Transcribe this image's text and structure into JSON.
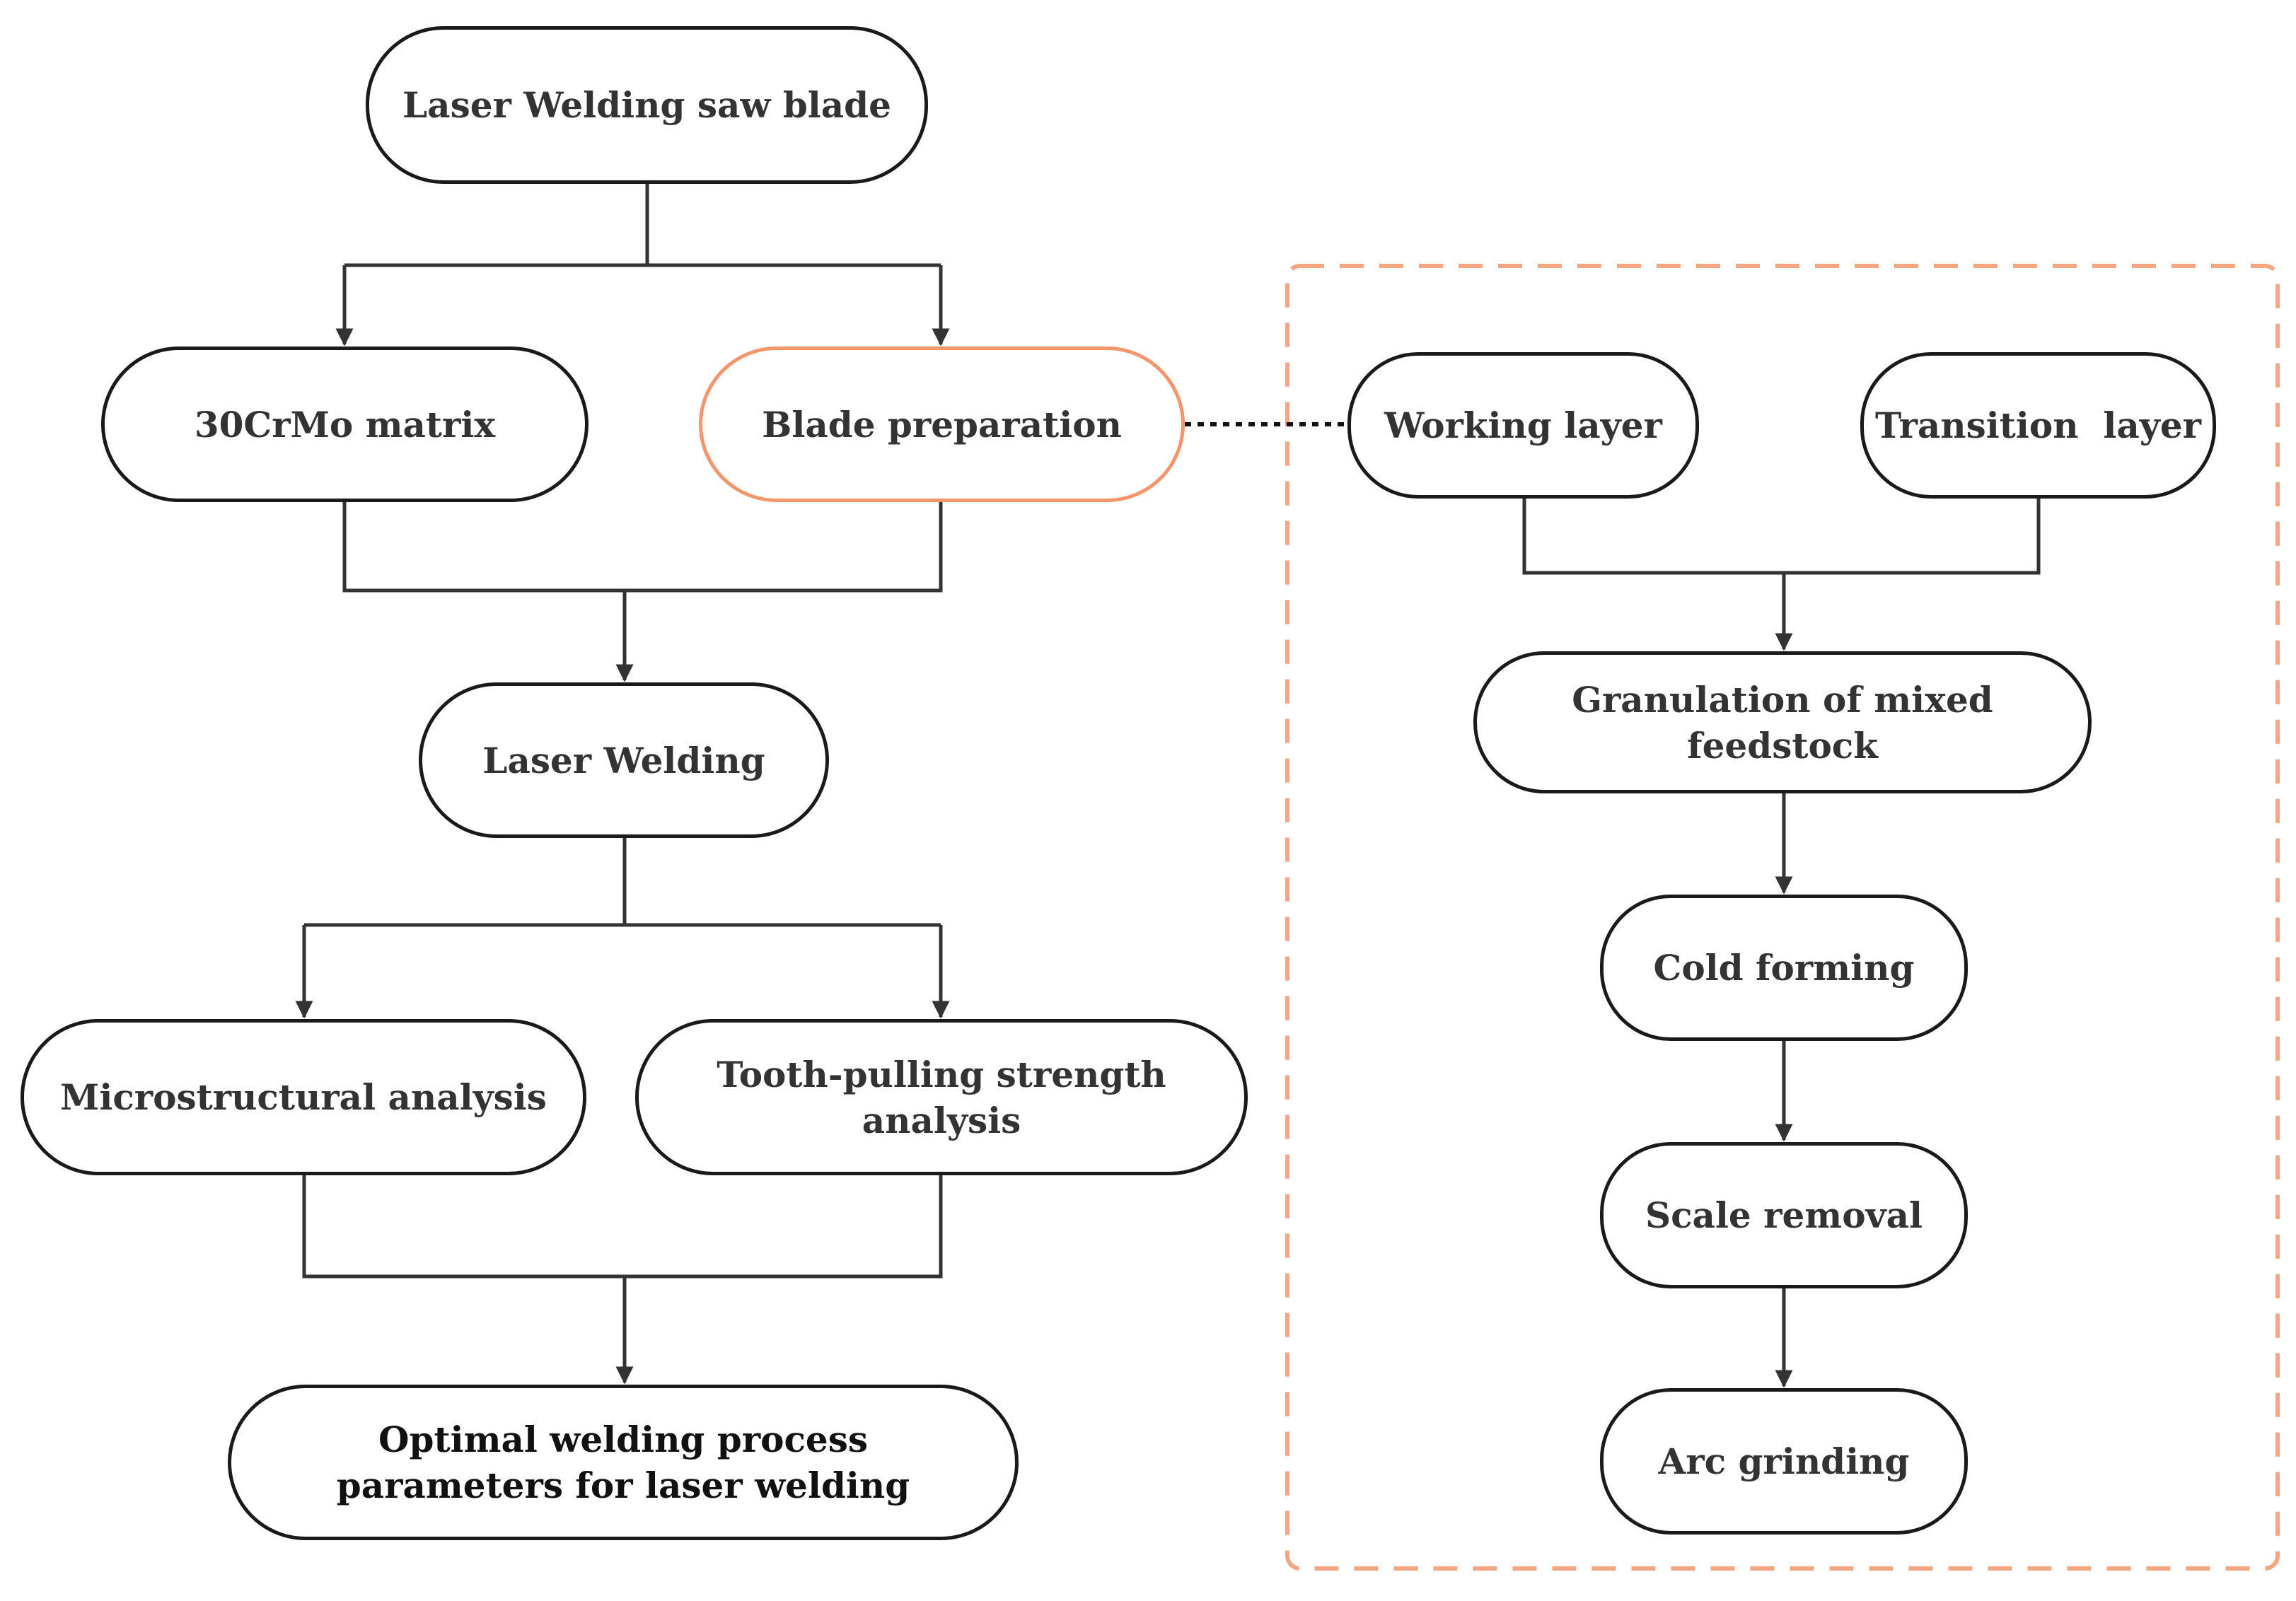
{
  "diagram": {
    "nodes": {
      "root": "Laser Welding saw blade",
      "matrix": "30CrMo matrix",
      "blade_prep": "Blade preparation",
      "laser_welding": "Laser Welding",
      "micro": "Microstructural analysis",
      "tooth": "Tooth-pulling strength analysis",
      "optimal": "Optimal welding process parameters for laser welding",
      "working": "Working layer",
      "transition": "Transition  layer",
      "granulation": "Granulation of mixed feedstock",
      "cold": "Cold forming",
      "scale": "Scale removal",
      "arc": "Arc grinding"
    },
    "colors": {
      "line": "#333333",
      "node_border": "#1a1a1a",
      "highlight": "#f4956c",
      "dashed_group": "#f4a582"
    }
  }
}
